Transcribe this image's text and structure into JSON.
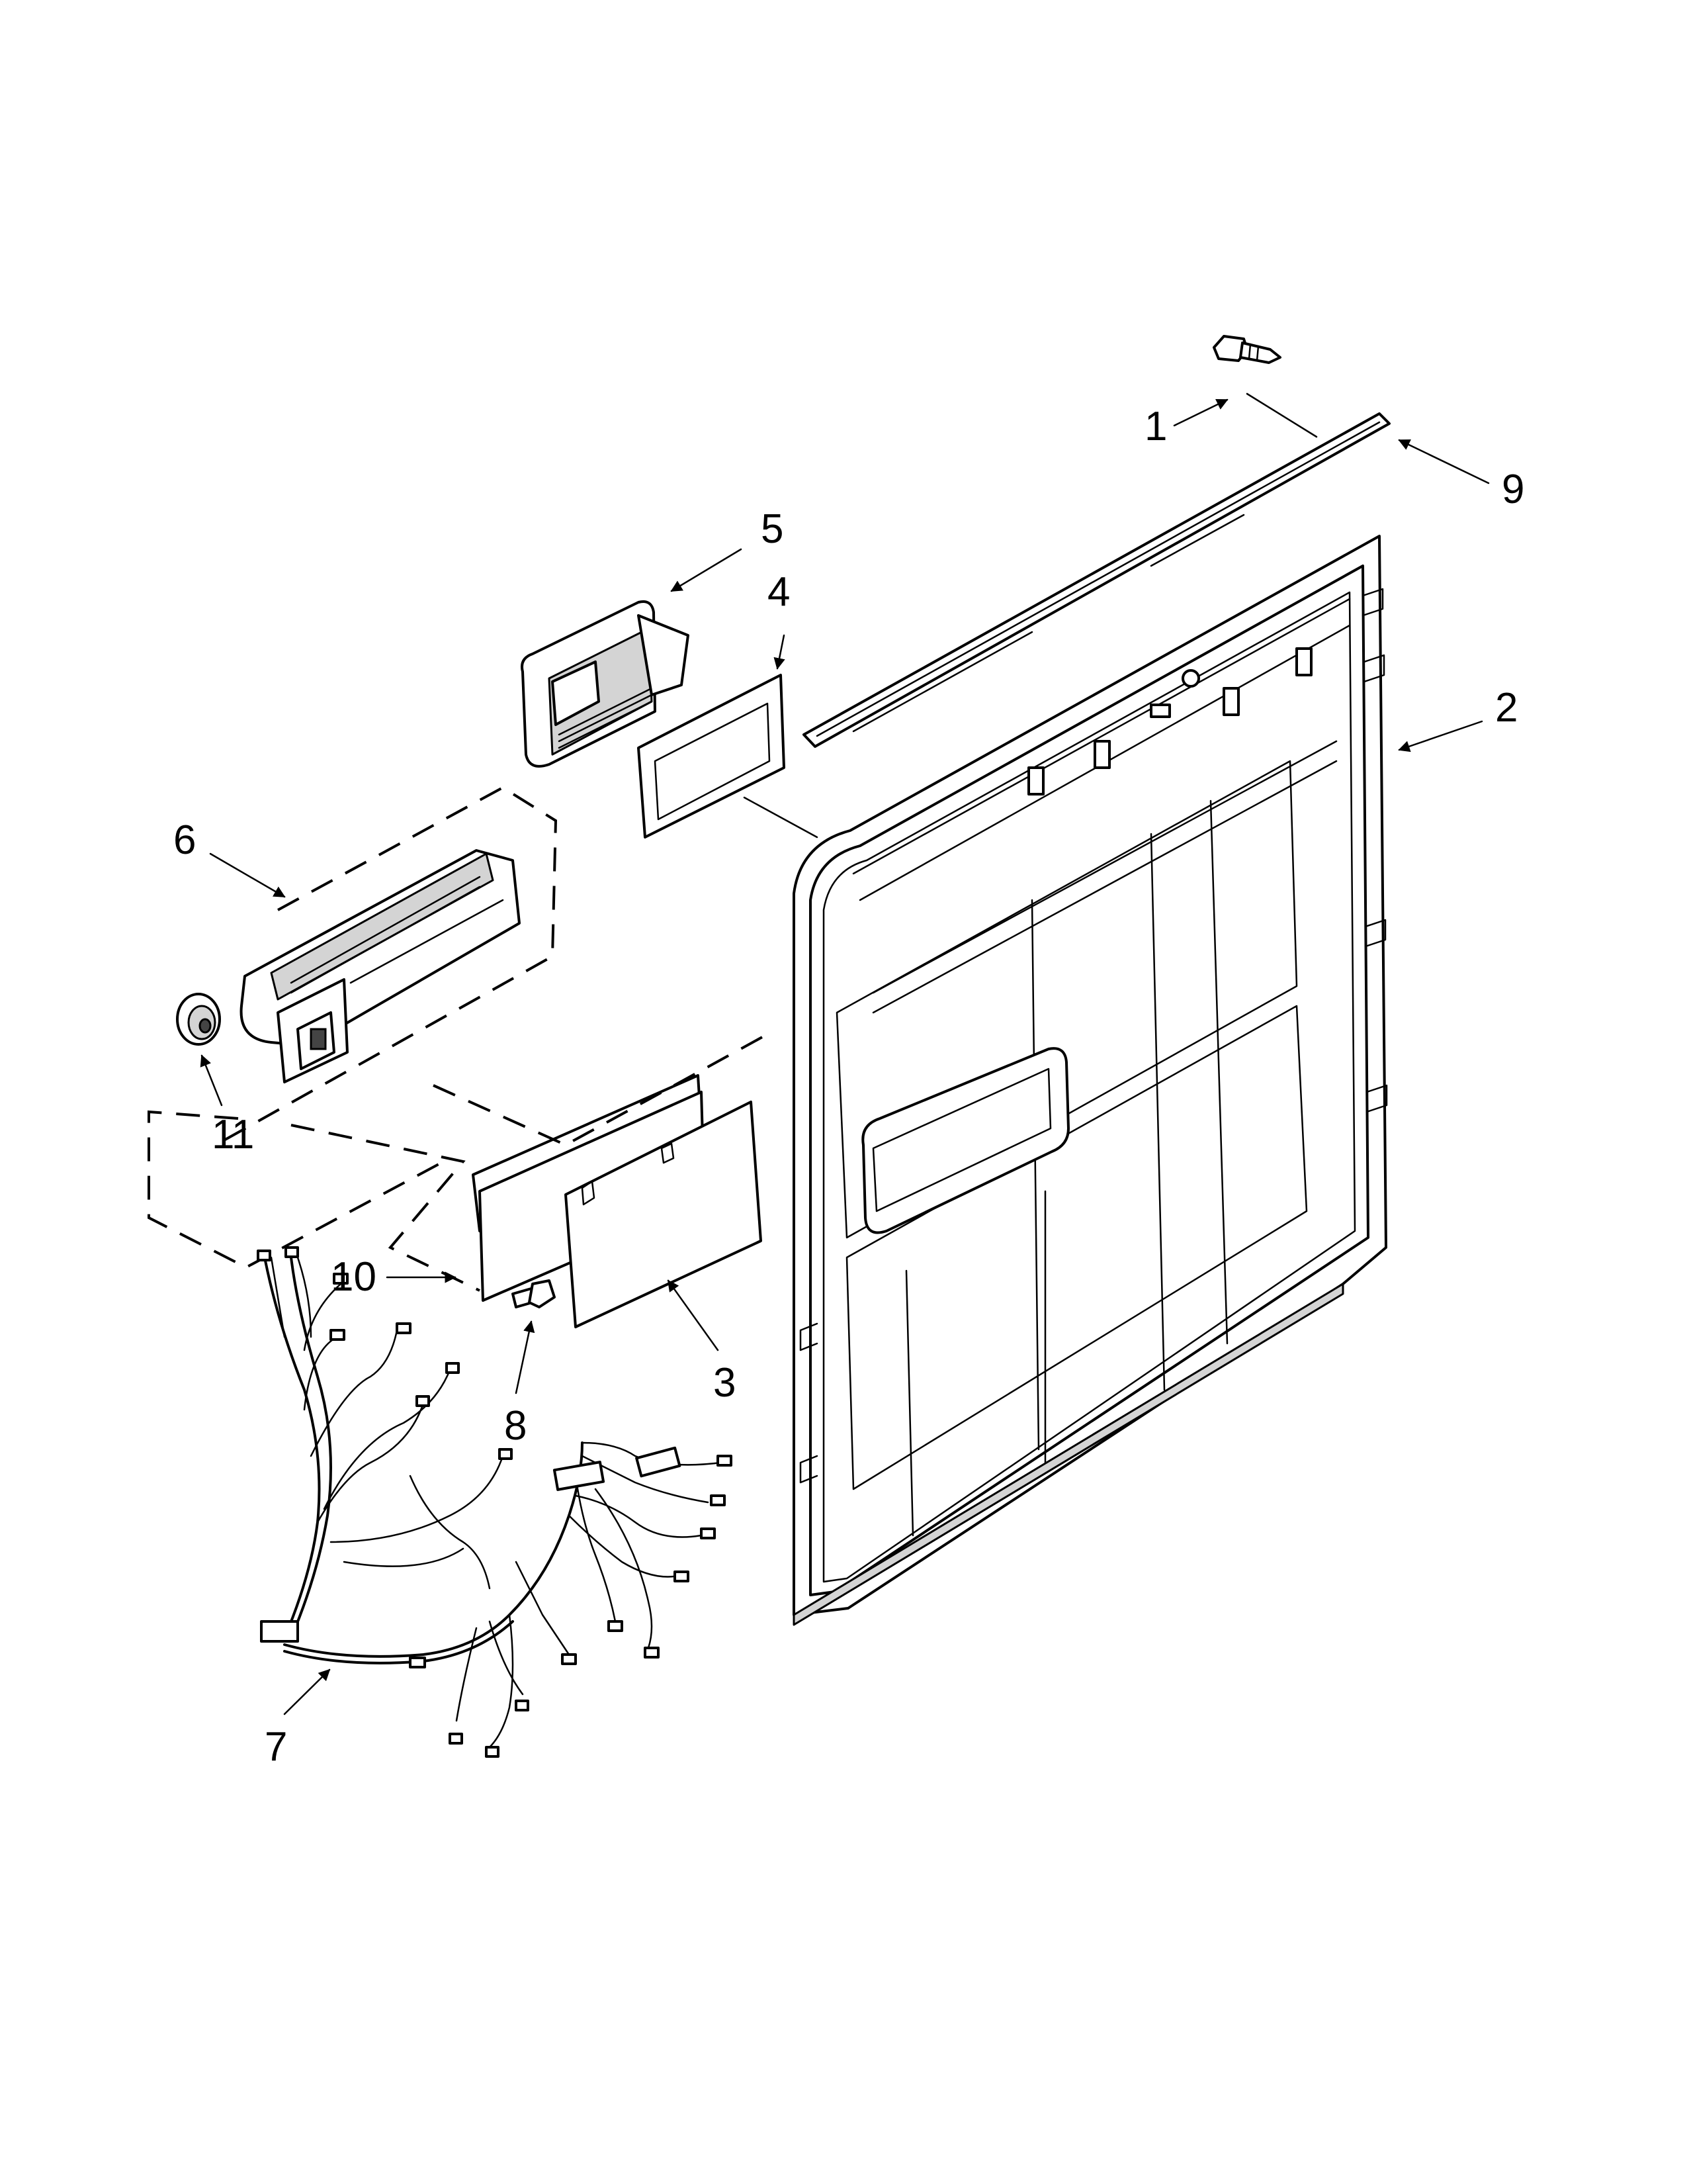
{
  "diagram": {
    "callouts": [
      {
        "id": "1",
        "label": "1"
      },
      {
        "id": "2",
        "label": "2"
      },
      {
        "id": "3",
        "label": "3"
      },
      {
        "id": "4",
        "label": "4"
      },
      {
        "id": "5",
        "label": "5"
      },
      {
        "id": "6",
        "label": "6"
      },
      {
        "id": "7",
        "label": "7"
      },
      {
        "id": "8",
        "label": "8"
      },
      {
        "id": "9",
        "label": "9"
      },
      {
        "id": "10",
        "label": "10"
      },
      {
        "id": "11",
        "label": "11"
      }
    ],
    "colors": {
      "line": "#000000",
      "background": "#ffffff",
      "shade": "#d4d4d4"
    }
  }
}
